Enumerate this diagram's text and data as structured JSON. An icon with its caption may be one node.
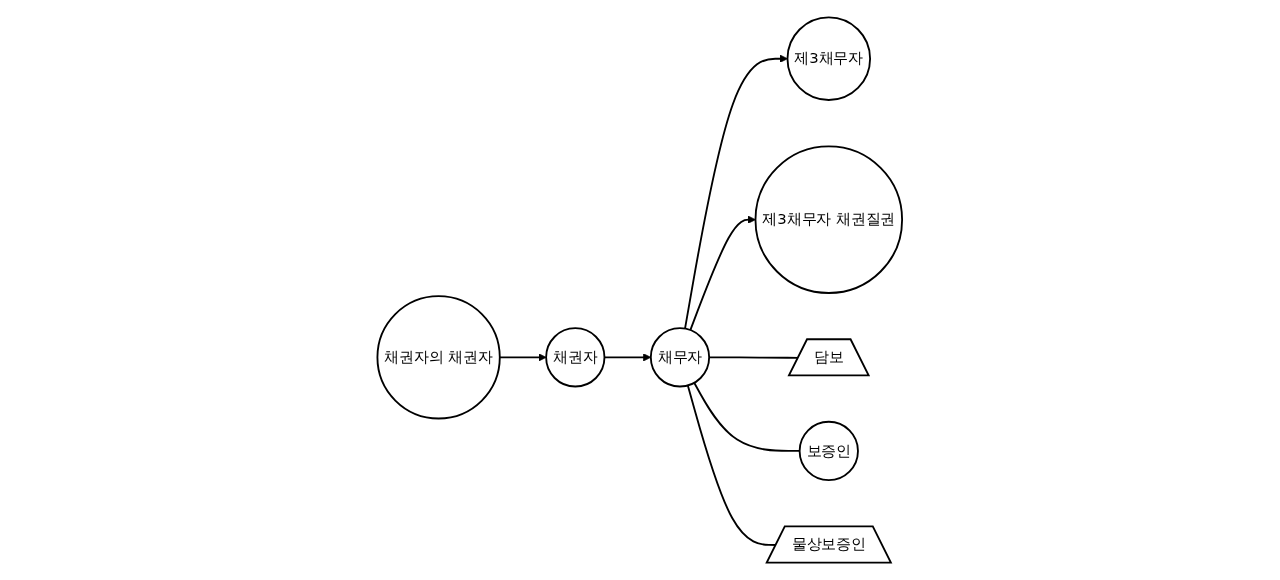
{
  "diagram": {
    "nodes": [
      {
        "text": [
          "채권자의 채권자"
        ]
      },
      {
        "text": [
          "채권자"
        ]
      },
      {
        "text": [
          "채무자"
        ]
      },
      {
        "text": [
          "제3채무자"
        ]
      },
      {
        "text": [
          "제3채무자 채권질권"
        ]
      },
      {
        "text": [
          "담보"
        ]
      },
      {
        "text": [
          "보증인"
        ]
      },
      {
        "text": [
          "물상보증인"
        ]
      }
    ],
    "edges": [
      {
        "from": 0,
        "to": 1,
        "arrow": "to"
      },
      {
        "from": 1,
        "to": 2,
        "arrow": "to"
      },
      {
        "from": 2,
        "to": 3,
        "arrow": "to"
      },
      {
        "from": 2,
        "to": 4,
        "arrow": "to"
      },
      {
        "from": 2,
        "to": 5,
        "arrow": "none"
      },
      {
        "from": 2,
        "to": 6,
        "arrow": "none"
      },
      {
        "from": 2,
        "to": 7,
        "arrow": "none"
      }
    ]
  }
}
